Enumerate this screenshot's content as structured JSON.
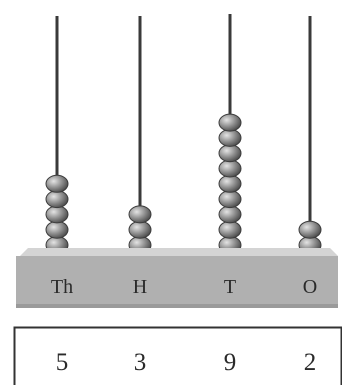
{
  "columns": [
    {
      "label": "Th",
      "beads": 5,
      "digit": "5"
    },
    {
      "label": "H",
      "beads": 3,
      "digit": "3"
    },
    {
      "label": "T",
      "beads": 9,
      "digit": "9"
    },
    {
      "label": "O",
      "beads": 2,
      "digit": "2"
    }
  ],
  "colors": {
    "bead": "#8a8a8a",
    "bead_highlight": "#dcdcdc",
    "rod": "#3a3a3a",
    "base_top": "#c9c9c9",
    "base_front": "#a8a8a8"
  }
}
